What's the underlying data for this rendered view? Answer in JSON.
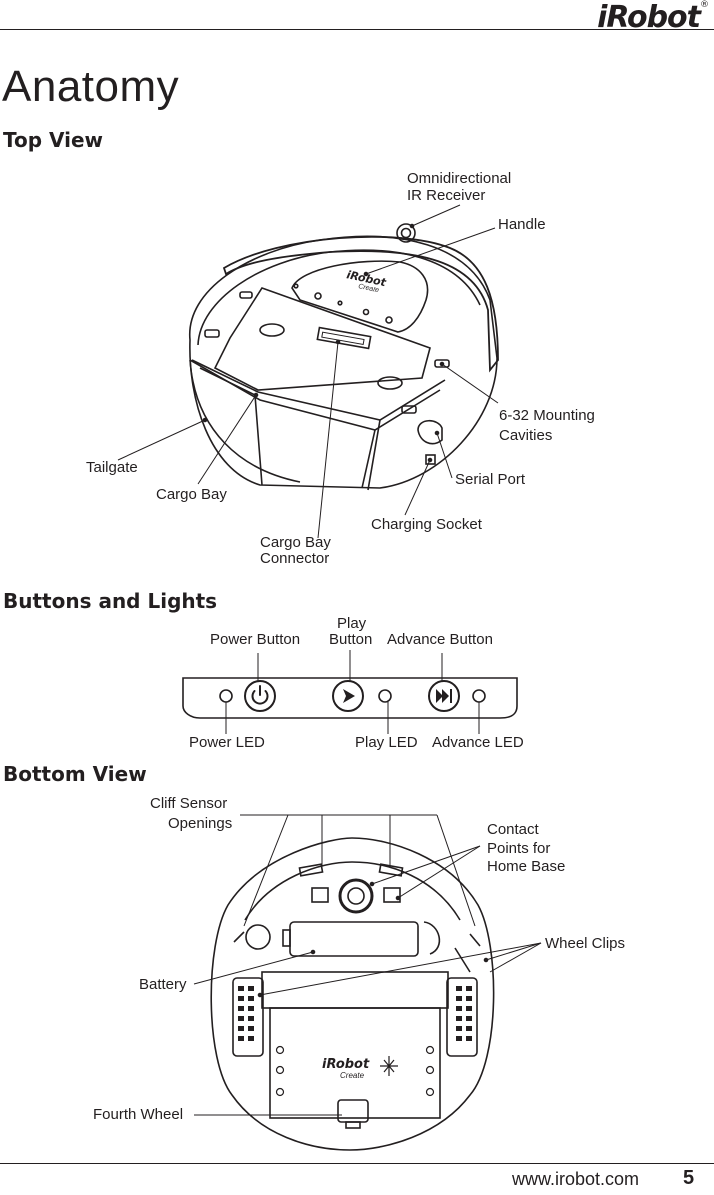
{
  "header": {
    "brand": "iRobot"
  },
  "page_title": "Anatomy",
  "sections": {
    "top_view": {
      "title": "Top View",
      "labels": {
        "omni_line1": "Omnidirectional",
        "omni_line2": "IR Receiver",
        "handle": "Handle",
        "mounting_line1": "6-32 Mounting",
        "mounting_line2": "Cavities",
        "tailgate": "Tailgate",
        "serial_port": "Serial Port",
        "cargo_bay": "Cargo Bay",
        "charging_socket": "Charging Socket",
        "connector_line1": "Cargo Bay",
        "connector_line2": "Connector"
      },
      "device_text": {
        "brand": "iRobot",
        "model": "Create"
      }
    },
    "buttons_lights": {
      "title": "Buttons and Lights",
      "labels": {
        "play_line1": "Play",
        "play_line2": "Button",
        "power_button": "Power Button",
        "advance_button": "Advance Button",
        "power_led": "Power LED",
        "play_led": "Play LED",
        "advance_led": "Advance LED"
      }
    },
    "bottom_view": {
      "title": "Bottom View",
      "labels": {
        "cliff_line1": "Cliff Sensor",
        "cliff_line2": "Openings",
        "contact_line1": "Contact",
        "contact_line2": "Points for",
        "contact_line3": "Home Base",
        "wheel_clips": "Wheel Clips",
        "battery": "Battery",
        "fourth_wheel": "Fourth Wheel"
      },
      "device_text": {
        "brand": "iRobot",
        "model": "Create"
      }
    }
  },
  "footer": {
    "url": "www.irobot.com",
    "page_number": "5"
  }
}
